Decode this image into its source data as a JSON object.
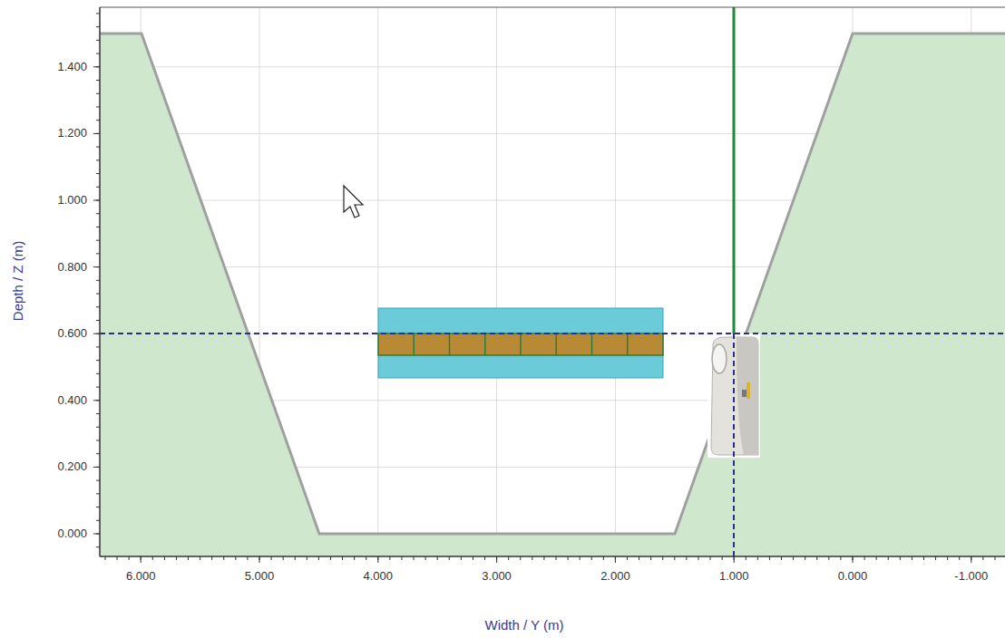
{
  "diagram": {
    "labels": [
      "1.400",
      "1.200",
      "1.000",
      "0.800",
      "0.600",
      "0.400",
      "0.200",
      "0.000",
      "6.000",
      "5.000",
      "4.000",
      "3.000",
      "2.000",
      "1.000",
      "0.000",
      "-1.000",
      "Depth / Z (m)",
      "Width / Y (m)"
    ]
  }
}
